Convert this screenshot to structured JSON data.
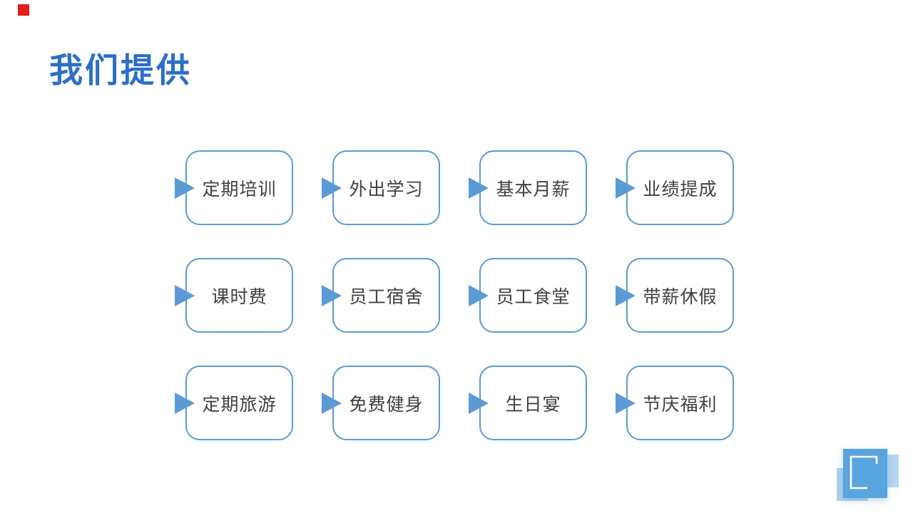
{
  "slide": {
    "title": "我们提供"
  },
  "grid": {
    "items": [
      "定期培训",
      "外出学习",
      "基本月薪",
      "业绩提成",
      "课时费",
      "员工宿舍",
      "员工食堂",
      "带薪休假",
      "定期旅游",
      "免费健身",
      "生日宴",
      "节庆福利"
    ]
  },
  "colors": {
    "title_blue": "#2b6fc7",
    "card_border_blue": "#5b9bd5",
    "arrow_blue": "#5b9bd5",
    "card_text": "#404040",
    "accent_red": "#e31b1b",
    "logo_main_blue": "#58a4de",
    "logo_light_blue": "#9cc8ec"
  },
  "icons": {
    "card_marker": "arrow-right-icon",
    "logo": "overlapping-squares-logo",
    "logo_glyph": "open-square-icon"
  }
}
